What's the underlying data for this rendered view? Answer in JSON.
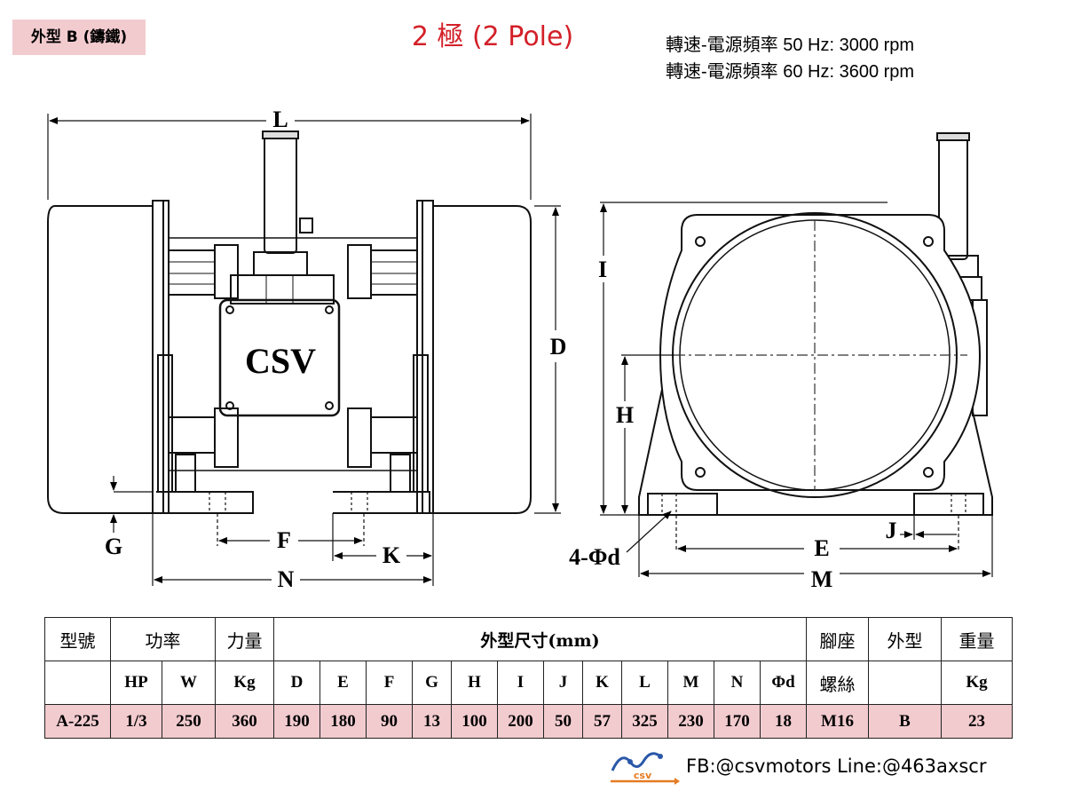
{
  "header": {
    "badge": "外型 B (鑄鐵)",
    "title": "2 極 (2 Pole)",
    "speed_50": "轉速-電源頻率 50 Hz: 3000 rpm",
    "speed_60": "轉速-電源頻率 60 Hz: 3600 rpm"
  },
  "drawing": {
    "front_labels": {
      "L": "L",
      "D": "D",
      "G": "G",
      "F": "F",
      "K": "K",
      "N": "N"
    },
    "box_text": "CSV",
    "side_labels": {
      "I": "I",
      "H": "H",
      "J": "J",
      "E": "E",
      "M": "M",
      "bolt": "4-Φd"
    }
  },
  "table": {
    "r1": {
      "model": "型號",
      "power": "功率",
      "force": "力量",
      "dims": "外型尺寸(mm)",
      "foot": "腳座",
      "shape": "外型",
      "weight": "重量"
    },
    "r2": {
      "hp": "HP",
      "w": "W",
      "kg": "Kg",
      "d": "D",
      "e": "E",
      "f": "F",
      "g": "G",
      "h": "H",
      "i": "I",
      "j": "J",
      "k": "K",
      "l": "L",
      "m": "M",
      "n": "N",
      "phid": "Φd",
      "screw": "螺絲",
      "weight_unit": "Kg"
    },
    "r3": {
      "model": "A-225",
      "hp": "1/3",
      "w": "250",
      "force": "360",
      "d": "190",
      "e": "180",
      "f": "90",
      "g": "13",
      "h": "100",
      "i": "200",
      "j": "50",
      "k": "57",
      "l": "325",
      "m": "230",
      "n": "170",
      "phid": "18",
      "screw": "M16",
      "shape": "B",
      "weight": "23"
    }
  },
  "footer": {
    "logo_text": "csv",
    "contact": "FB:@csvmotors  Line:@463axscr"
  },
  "colors": {
    "title": "#d32028",
    "highlight": "#f2cbcf",
    "logo_blue": "#2a58a8",
    "logo_orange": "#e57b22"
  }
}
